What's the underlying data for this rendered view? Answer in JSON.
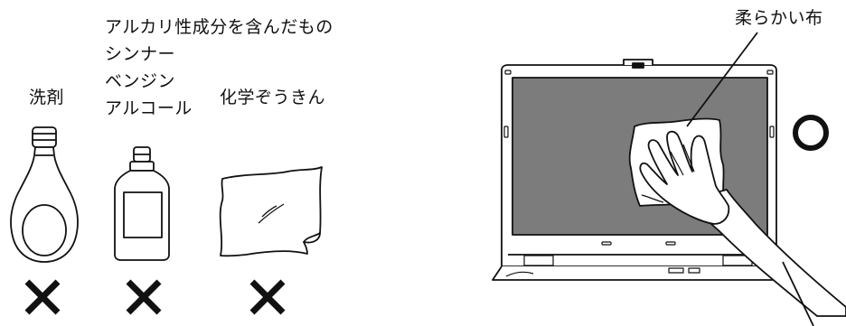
{
  "bad_items": {
    "detergent": {
      "label": "洗剤",
      "mark": "×"
    },
    "solvents": {
      "lines": [
        "アルカリ性成分を含んだもの",
        "シンナー",
        "ベンジン",
        "アルコール"
      ],
      "mark": "×"
    },
    "chemical_cloth": {
      "label": "化学ぞうきん",
      "mark": "×"
    }
  },
  "good_item": {
    "label": "柔らかい布",
    "mark": "○"
  }
}
